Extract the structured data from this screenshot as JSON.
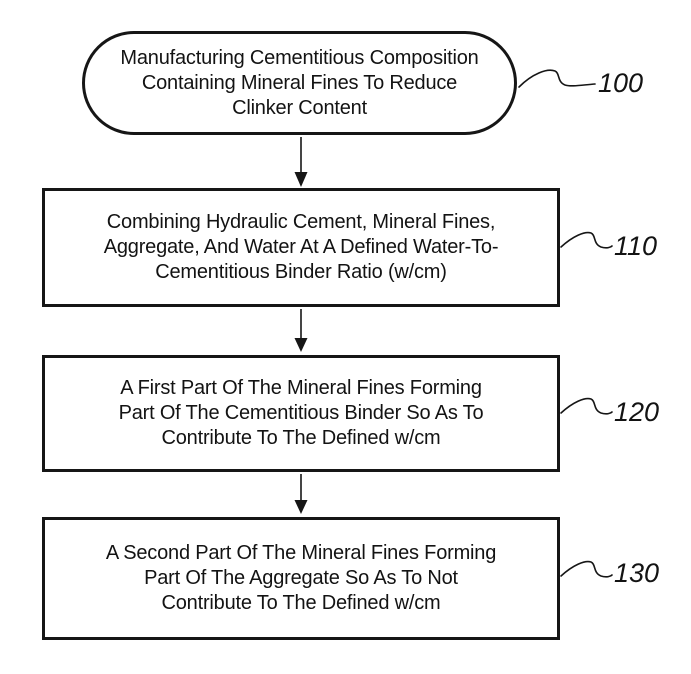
{
  "diagram": {
    "type": "flowchart",
    "ink_color": "#161616",
    "background_color": "#ffffff",
    "steps": [
      {
        "ref": "100",
        "shape": "stadium",
        "lines": [
          "Manufacturing Cementitious Composition",
          "Containing Mineral Fines To Reduce",
          "Clinker Content"
        ]
      },
      {
        "ref": "110",
        "shape": "rectangle",
        "lines": [
          "Combining Hydraulic Cement, Mineral Fines,",
          "Aggregate, And Water At A Defined Water-To-",
          "Cementitious Binder Ratio (w/cm)"
        ]
      },
      {
        "ref": "120",
        "shape": "rectangle",
        "lines": [
          "A First Part Of The Mineral Fines Forming",
          "Part Of The Cementitious Binder So As To",
          "Contribute To The Defined w/cm"
        ]
      },
      {
        "ref": "130",
        "shape": "rectangle",
        "lines": [
          "A Second Part Of The Mineral Fines Forming",
          "Part Of The Aggregate So As To Not",
          "Contribute To The Defined w/cm"
        ]
      }
    ],
    "connections": [
      {
        "from": "100",
        "to": "110"
      },
      {
        "from": "110",
        "to": "120"
      },
      {
        "from": "120",
        "to": "130"
      }
    ]
  }
}
